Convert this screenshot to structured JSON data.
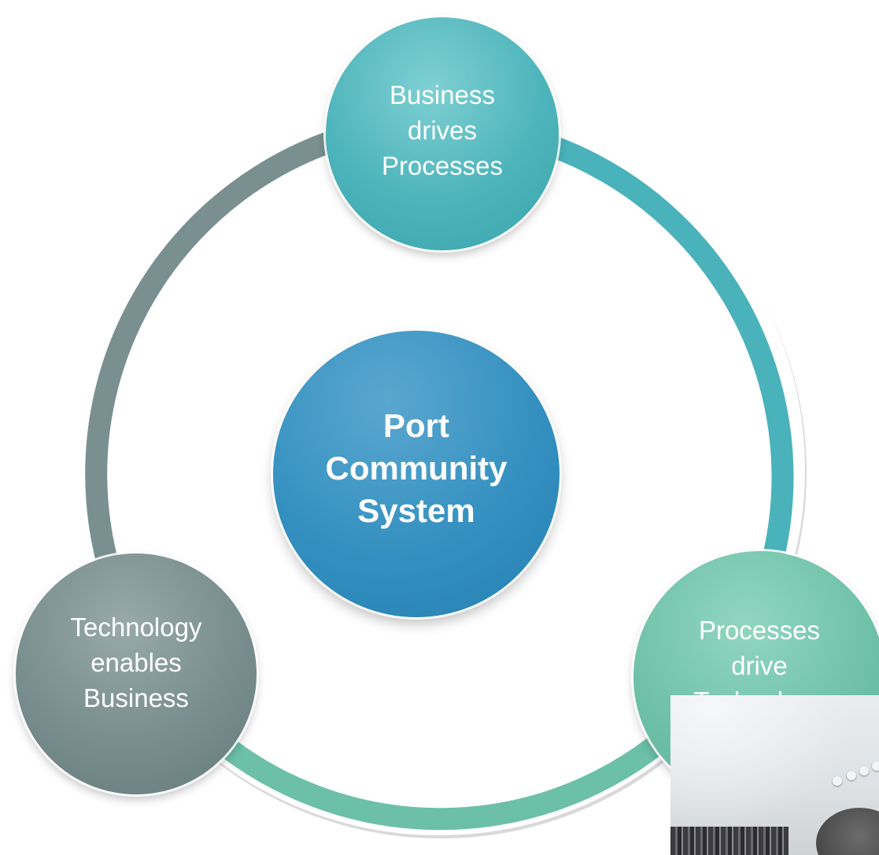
{
  "diagram": {
    "center": {
      "label": "Port\nCommunity\nSystem"
    },
    "nodes": [
      {
        "id": "top",
        "label": "Business\ndrives\nProcesses"
      },
      {
        "id": "right",
        "label": "Processes\ndrive\nTechnology"
      },
      {
        "id": "left",
        "label": "Technology\nenables\nBusiness"
      }
    ]
  },
  "colors": {
    "ring_top": "#5bbcc3",
    "ring_right": "#4ab2bb",
    "ring_bottom": "#6cc0a8",
    "ring_left": "#7a8f90",
    "center": "#2f8bbd",
    "node_top": "#4db4bb",
    "node_right": "#6fc1a8",
    "node_left": "#788d8d"
  },
  "webcam": {
    "icon": "webcam-video-overlay"
  }
}
